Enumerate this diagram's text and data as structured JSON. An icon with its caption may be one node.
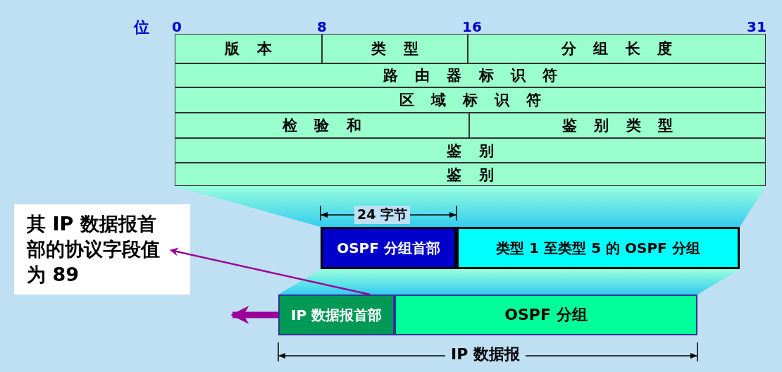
{
  "diagram": {
    "nodes": [
      {
        "text": [
          "版 本"
        ]
      },
      {
        "text": [
          "类 型"
        ]
      },
      {
        "text": [
          "分 组 长 度"
        ]
      },
      {
        "text": [
          "路 由 器 标 识 符"
        ]
      },
      {
        "text": [
          "区 域 标 识 符"
        ]
      },
      {
        "text": [
          "检 验 和"
        ]
      },
      {
        "text": [
          "鉴 别 类 型"
        ]
      },
      {
        "text": [
          "鉴 别"
        ]
      },
      {
        "text": [
          "鉴 别"
        ]
      },
      {
        "text": [
          "其 IP 数据报首部的协议字段值为 89"
        ]
      },
      {
        "text": [
          "OSPF 分组首部"
        ]
      },
      {
        "text": [
          "类型 1 至类型 5 的 OSPF 分组"
        ]
      },
      {
        "text": [
          "IP 数据报首部"
        ]
      },
      {
        "text": [
          "OSPF 分组"
        ]
      }
    ],
    "edges": [
      {
        "from": 12,
        "to": 9,
        "arrow": "to",
        "color": "#990099"
      },
      {
        "from": 12,
        "to": null,
        "arrow": "to",
        "style": "thick",
        "color": "#990099"
      }
    ],
    "labels": [
      "位",
      "0",
      "8",
      "16",
      "31",
      "24 字节",
      "IP 数据报"
    ]
  }
}
